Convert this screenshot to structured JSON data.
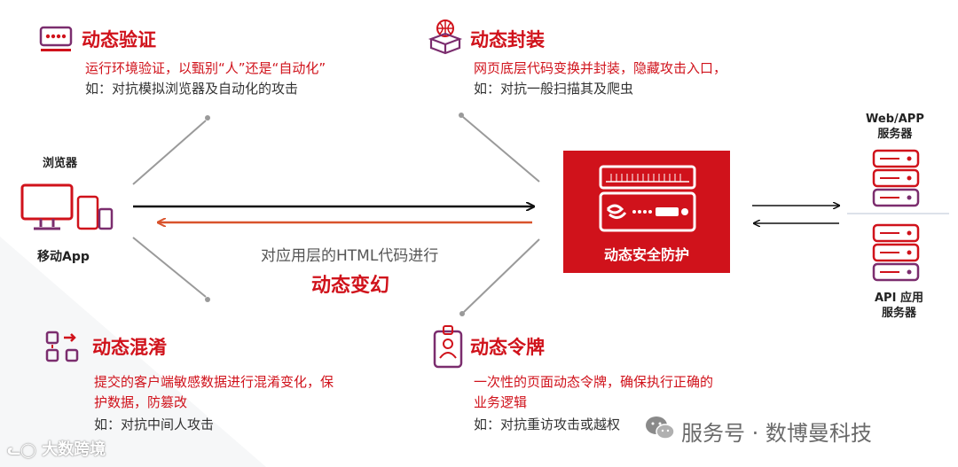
{
  "features": {
    "verify": {
      "title": "动态验证",
      "desc_red": "运行环境验证，以甄别“人”还是“自动化”",
      "desc_dark": "如：对抗模拟浏览器及自动化的攻击"
    },
    "encap": {
      "title": "动态封装",
      "desc_red": "网页底层代码变换并封装，隐藏攻击入口，",
      "desc_dark": "如：对抗一般扫描其及爬虫"
    },
    "obfus": {
      "title": "动态混淆",
      "desc_red_1": "提交的客户端敏感数据进行混淆变化，保",
      "desc_red_2": "护数据，防篡改",
      "desc_dark": "如：对抗中间人攻击"
    },
    "token": {
      "title": "动态令牌",
      "desc_red_1": "一次性的页面动态令牌，确保执行正确的",
      "desc_red_2": "业务逻辑",
      "desc_dark": "如：对抗重访攻击或越权"
    }
  },
  "clients": {
    "browser": "浏览器",
    "mobile": "移动App"
  },
  "middle": {
    "text": "对应用层的HTML代码进行",
    "title": "动态变幻"
  },
  "gateway": {
    "label": "动态安全防护"
  },
  "servers": {
    "web_line1": "Web/APP",
    "web_line2": "服务器",
    "api_line1": "API 应用",
    "api_line2": "服务器"
  },
  "watermark": {
    "wechat": "服务号 · 数博曼科技",
    "logo": "大数跨境"
  },
  "colors": {
    "accent": "#d0121b",
    "purple": "#7b2d6e",
    "orange_arrow": "#d9532c"
  }
}
